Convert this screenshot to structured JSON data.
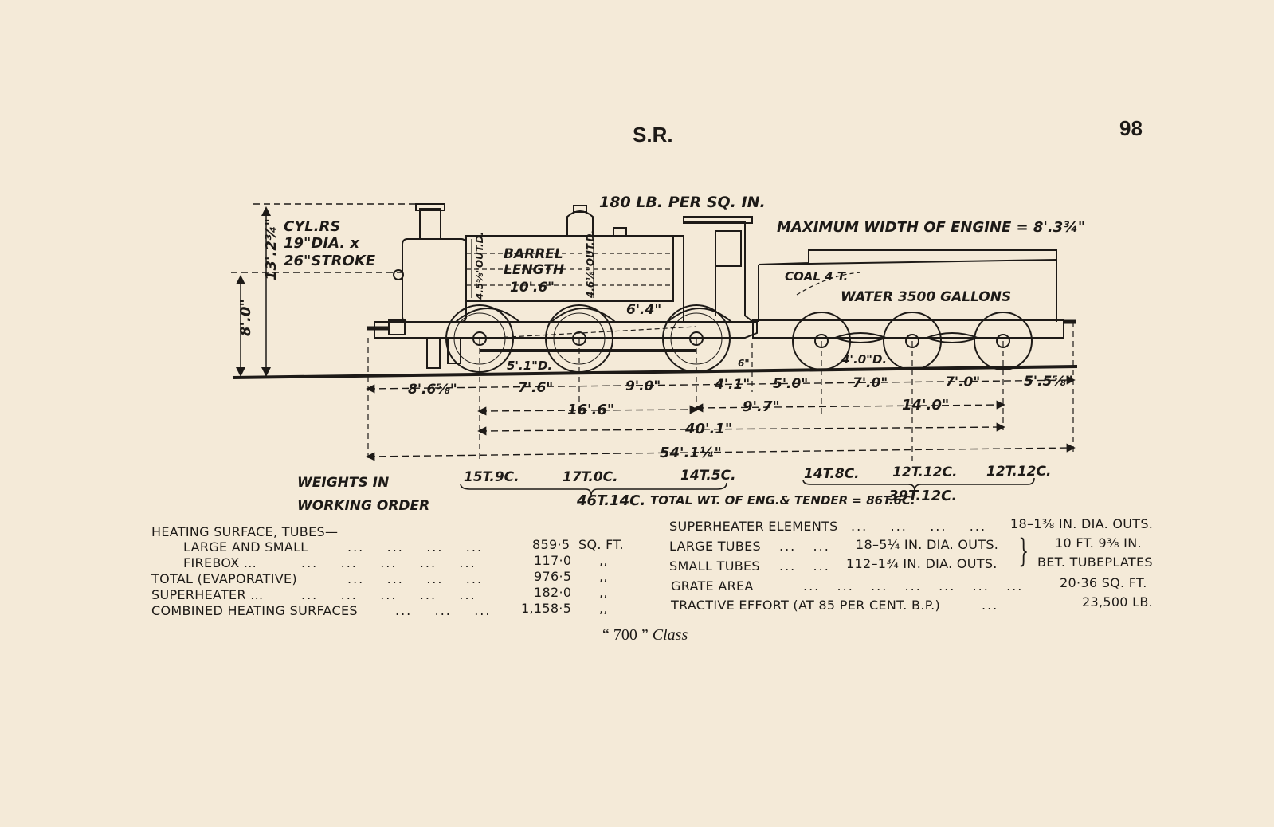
{
  "header": {
    "railway": "S.R.",
    "page_number": "98"
  },
  "diagram": {
    "pressure": "180 LB. PER SQ. IN.",
    "max_width": "MAXIMUM WIDTH OF ENGINE = 8'.3¾\"",
    "cylinders": [
      "CYL.RS",
      "19\"DIA. x",
      "26\"STROKE"
    ],
    "height_chimney": "13'.2¾\"",
    "height_boiler": "8'.0\"",
    "barrel": [
      "BARREL",
      "LENGTH",
      "10'.6\""
    ],
    "barrel_dia_front": "4.5⅝\"OUT.D.",
    "barrel_dia_rear": "4.6⅛\"OUT.D.",
    "firebox_length": "6'.4\"",
    "coal": "COAL 4 T.",
    "water": "WATER 3500 GALLONS",
    "driving_wheel": "5'.1\"D.",
    "tender_wheel": "4'.0\"D.",
    "small_gap": "6\"",
    "wheelbase_row1": [
      "8'.6⅝\"",
      "7'.6\"",
      "9'.0\"",
      "4'.1\"",
      "5'.0\"",
      "7'.0\"",
      "7'.0\"",
      "5'.5⅝\""
    ],
    "wheelbase_engine": "16'.6\"",
    "wheelbase_mid": "9'.7\"",
    "wheelbase_tender": "14'.0\"",
    "wheelbase_total": "40'.1\"",
    "length_total": "54'.1¼\""
  },
  "weights": {
    "label": [
      "WEIGHTS IN",
      "WORKING ORDER"
    ],
    "axles": [
      "15T.9C.",
      "17T.0C.",
      "14T.5C.",
      "14T.8C.",
      "12T.12C.",
      "12T.12C."
    ],
    "engine_total": "46T.14C.",
    "grand_total": "TOTAL WT. OF ENG.& TENDER = 86T.6C.",
    "tender_total": "39T.12C."
  },
  "heating": {
    "title": "HEATING SURFACE, TUBES—",
    "rows": [
      {
        "label": "LARGE AND SMALL",
        "value": "859·5",
        "unit": "SQ. FT."
      },
      {
        "label": "FIREBOX ...",
        "value": "117·0",
        "unit": ",,"
      },
      {
        "label": "TOTAL (EVAPORATIVE)",
        "value": "976·5",
        "unit": ",,"
      },
      {
        "label": "SUPERHEATER ...",
        "value": "182·0",
        "unit": ",,"
      },
      {
        "label": "COMBINED HEATING SURFACES",
        "value": "1,158·5",
        "unit": ",,"
      }
    ]
  },
  "specs": {
    "superheater_elements": {
      "label": "SUPERHEATER ELEMENTS",
      "value": "18–1⅜ IN. DIA. OUTS."
    },
    "large_tubes": {
      "label": "LARGE TUBES",
      "value": "18–5¼ IN. DIA. OUTS."
    },
    "small_tubes": {
      "label": "SMALL TUBES",
      "value": "112–1¾ IN. DIA. OUTS."
    },
    "tube_length": [
      "10 FT. 9⅜ IN.",
      "BET. TUBEPLATES"
    ],
    "grate_area": {
      "label": "GRATE AREA",
      "value": "20·36 SQ. FT."
    },
    "tractive_effort": {
      "label": "TRACTIVE EFFORT (AT 85 PER CENT. B.P.)",
      "value": "23,500 LB."
    }
  },
  "caption": {
    "number": "“ 700 ”",
    "word": "Class"
  }
}
